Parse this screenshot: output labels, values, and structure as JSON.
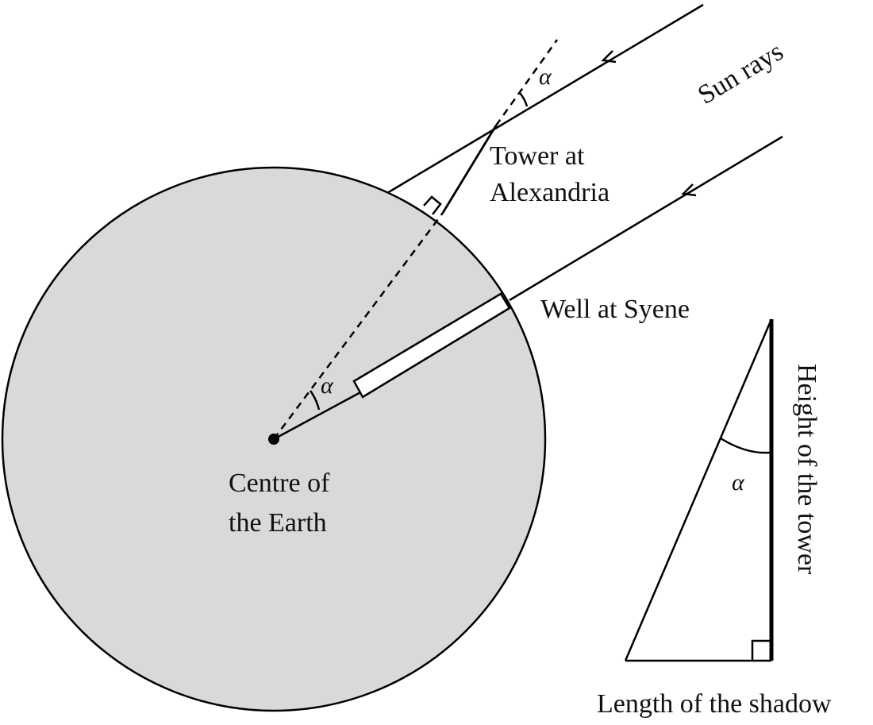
{
  "labels": {
    "sun_rays": "Sun rays",
    "tower_line1": "Tower at",
    "tower_line2": "Alexandria",
    "well": "Well at Syene",
    "centre_line1": "Centre of",
    "centre_line2": "the Earth",
    "height": "Height of the tower",
    "shadow": "Length of the shadow",
    "angle_symbol": "α"
  },
  "colors": {
    "earth_fill": "#d9d9d9",
    "stroke": "#000000"
  }
}
